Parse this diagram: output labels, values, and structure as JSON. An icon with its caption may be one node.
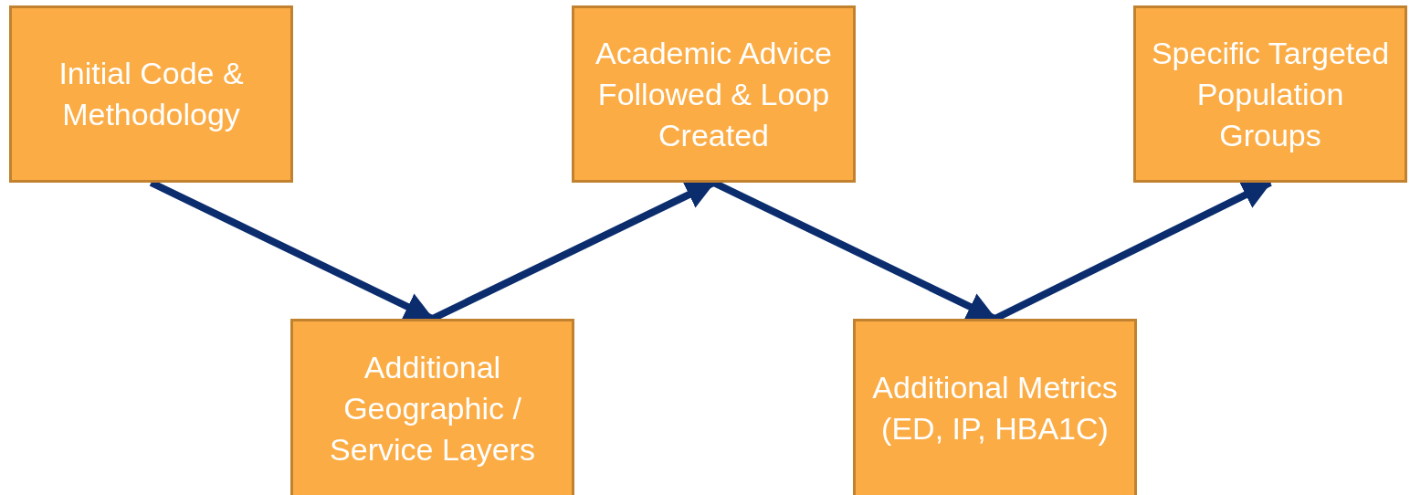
{
  "diagram": {
    "nodes": [
      {
        "text": [
          "Initial Code & Methodology"
        ]
      },
      {
        "text": [
          "Additional Geographic / Service Layers"
        ]
      },
      {
        "text": [
          "Academic Advice Followed & Loop Created"
        ]
      },
      {
        "text": [
          "Additional Metrics (ED, IP, HBA1C)"
        ]
      },
      {
        "text": [
          "Specific Targeted Population Groups"
        ]
      }
    ],
    "edges": [
      {
        "from": 0,
        "to": 1,
        "arrow": "to"
      },
      {
        "from": 1,
        "to": 2,
        "arrow": "to"
      },
      {
        "from": 2,
        "to": 3,
        "arrow": "to"
      },
      {
        "from": 3,
        "to": 4,
        "arrow": "to"
      }
    ]
  }
}
